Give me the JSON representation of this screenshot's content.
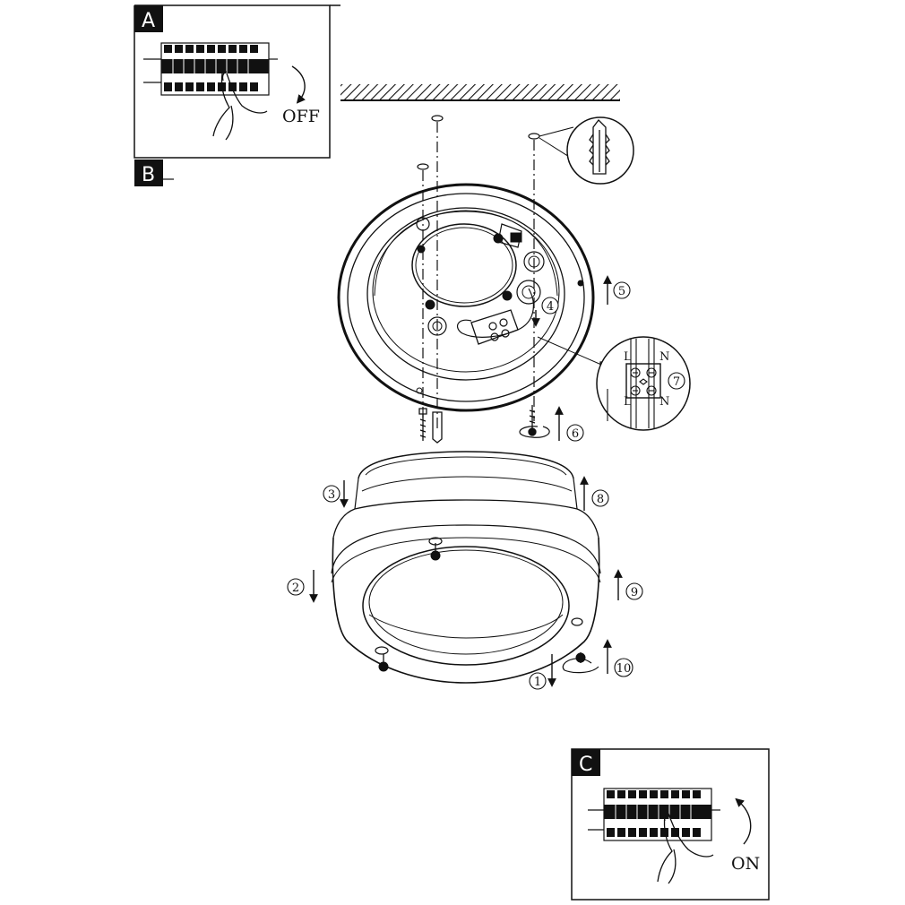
{
  "panels": {
    "a": {
      "tag": "A",
      "switch_label": "OFF"
    },
    "b": {
      "tag": "B"
    },
    "c": {
      "tag": "C",
      "switch_label": "ON"
    }
  },
  "steps": [
    "1",
    "2",
    "3",
    "4",
    "5",
    "6",
    "7",
    "8",
    "9",
    "10"
  ],
  "terminal": {
    "top_left": "L",
    "top_right": "N",
    "bottom_left": "L",
    "bottom_right": "N"
  },
  "colors": {
    "line": "#111111",
    "background": "#ffffff"
  }
}
